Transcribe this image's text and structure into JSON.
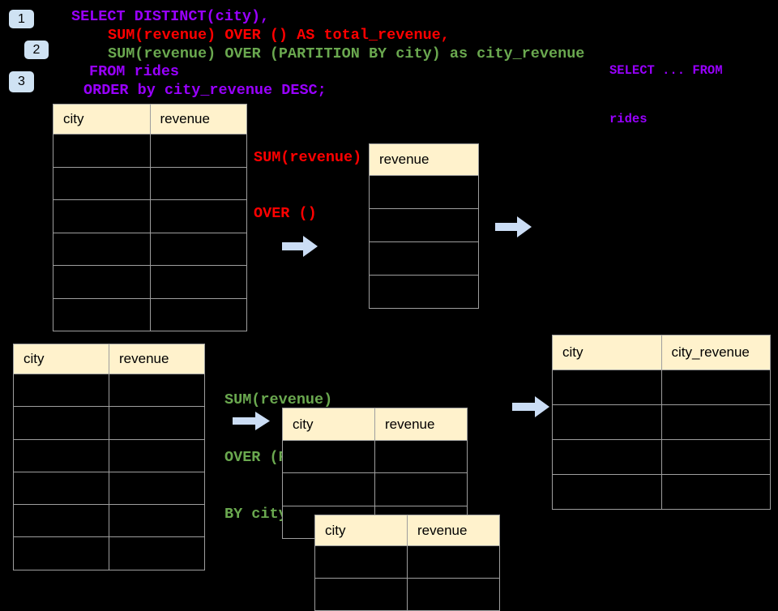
{
  "steps": [
    {
      "label": "1"
    },
    {
      "label": "2"
    },
    {
      "label": "3"
    }
  ],
  "sql": {
    "line1": "SELECT DISTINCT(city),",
    "line2": "SUM(revenue) OVER () AS total_revenue,",
    "line3": "SUM(revenue) OVER (PARTITION BY city) as city_revenue",
    "line4": "FROM rides",
    "line5": "ORDER by city_revenue DESC;"
  },
  "side_note": {
    "line1": "SELECT ... FROM",
    "line2": "rides"
  },
  "annotations": {
    "total_window": {
      "line1": "SUM(revenue)",
      "line2": "OVER ()"
    },
    "partition_window": {
      "line1": "SUM(revenue)",
      "line2": "OVER (PARTITION",
      "line3": "BY city)"
    }
  },
  "tables": {
    "source_top": {
      "headers": [
        "city",
        "revenue"
      ],
      "empty_rows": 6
    },
    "total_result": {
      "headers": [
        "revenue"
      ],
      "empty_rows": 4
    },
    "source_bottom": {
      "headers": [
        "city",
        "revenue"
      ],
      "empty_rows": 6
    },
    "partition_mid": {
      "headers": [
        "city",
        "revenue"
      ],
      "empty_rows": 3
    },
    "partition_overlay": {
      "headers": [
        "city",
        "revenue"
      ],
      "empty_rows": 2
    },
    "city_revenue_result": {
      "headers": [
        "city",
        "city_revenue"
      ],
      "empty_rows": 4
    }
  },
  "colors": {
    "background": "#000000",
    "sql_purple": "#9900FF",
    "sql_red": "#FF0000",
    "sql_green": "#6AA84F",
    "table_header_fill": "#FFF2CC",
    "table_border": "#9E9E9E",
    "arrow_fill": "#CBDDF5",
    "badge_fill": "#CFE2F3"
  }
}
